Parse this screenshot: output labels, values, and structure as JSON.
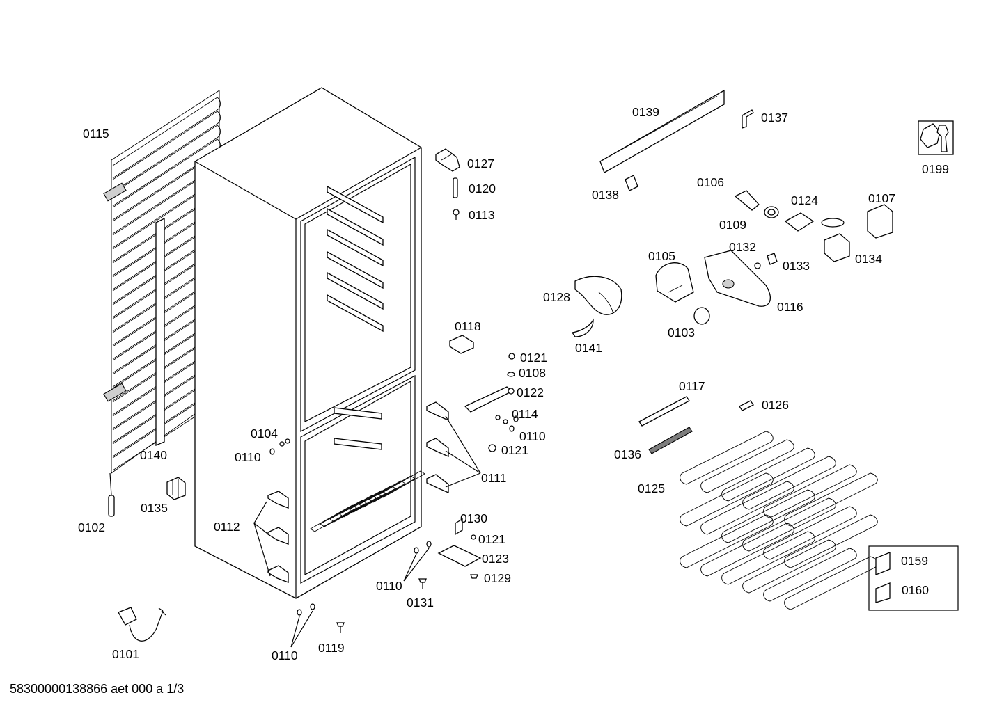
{
  "document_id": "58300000138866 aet 000 a 1/3",
  "parts": [
    {
      "id": "0101",
      "label": "0101"
    },
    {
      "id": "0102",
      "label": "0102"
    },
    {
      "id": "0103",
      "label": "0103"
    },
    {
      "id": "0104",
      "label": "0104"
    },
    {
      "id": "0105",
      "label": "0105"
    },
    {
      "id": "0106",
      "label": "0106"
    },
    {
      "id": "0107",
      "label": "0107"
    },
    {
      "id": "0108",
      "label": "0108"
    },
    {
      "id": "0109",
      "label": "0109"
    },
    {
      "id": "0110",
      "label": "0110"
    },
    {
      "id": "0111",
      "label": "0111"
    },
    {
      "id": "0112",
      "label": "0112"
    },
    {
      "id": "0113",
      "label": "0113"
    },
    {
      "id": "0114",
      "label": "0114"
    },
    {
      "id": "0115",
      "label": "0115"
    },
    {
      "id": "0116",
      "label": "0116"
    },
    {
      "id": "0117",
      "label": "0117"
    },
    {
      "id": "0118",
      "label": "0118"
    },
    {
      "id": "0119",
      "label": "0119"
    },
    {
      "id": "0120",
      "label": "0120"
    },
    {
      "id": "0121",
      "label": "0121"
    },
    {
      "id": "0122",
      "label": "0122"
    },
    {
      "id": "0123",
      "label": "0123"
    },
    {
      "id": "0124",
      "label": "0124"
    },
    {
      "id": "0125",
      "label": "0125"
    },
    {
      "id": "0126",
      "label": "0126"
    },
    {
      "id": "0127",
      "label": "0127"
    },
    {
      "id": "0128",
      "label": "0128"
    },
    {
      "id": "0129",
      "label": "0129"
    },
    {
      "id": "0130",
      "label": "0130"
    },
    {
      "id": "0131",
      "label": "0131"
    },
    {
      "id": "0132",
      "label": "0132"
    },
    {
      "id": "0133",
      "label": "0133"
    },
    {
      "id": "0134",
      "label": "0134"
    },
    {
      "id": "0135",
      "label": "0135"
    },
    {
      "id": "0136",
      "label": "0136"
    },
    {
      "id": "0137",
      "label": "0137"
    },
    {
      "id": "0138",
      "label": "0138"
    },
    {
      "id": "0139",
      "label": "0139"
    },
    {
      "id": "0140",
      "label": "0140"
    },
    {
      "id": "0141",
      "label": "0141"
    },
    {
      "id": "0159",
      "label": "0159"
    },
    {
      "id": "0160",
      "label": "0160"
    },
    {
      "id": "0199",
      "label": "0199"
    }
  ],
  "icons": {
    "service_tool": "wrench-nut-icon",
    "document_a": "document-icon",
    "document_b": "document-icon"
  }
}
